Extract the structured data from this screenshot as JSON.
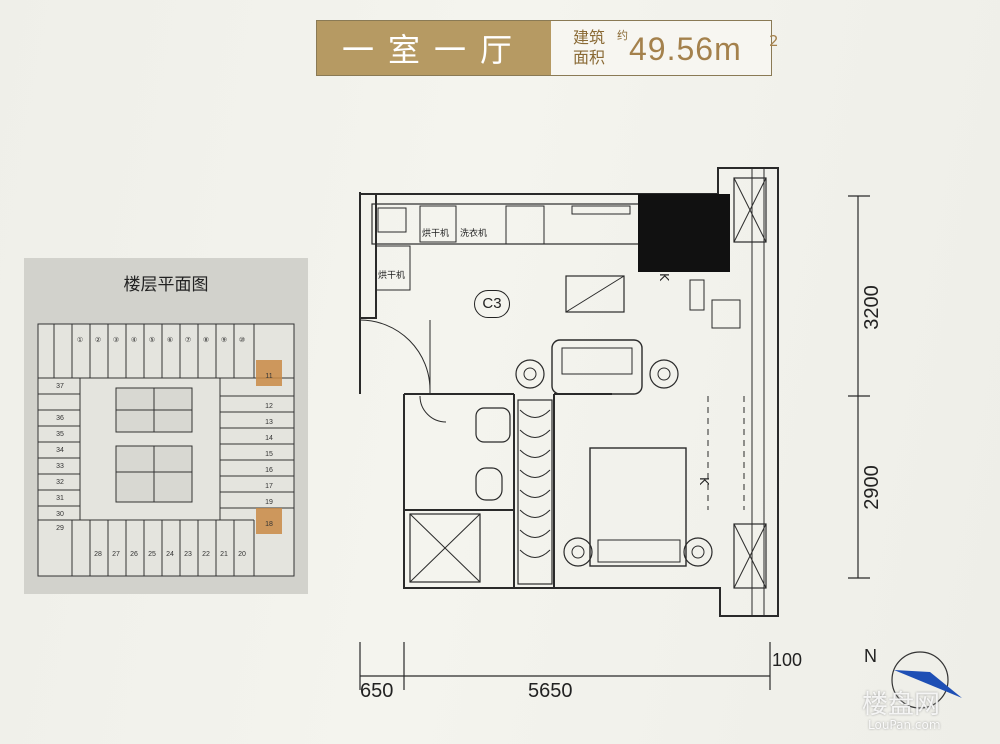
{
  "header": {
    "unit_type": "一室一厅",
    "area_label_line1": "建筑",
    "area_label_line2": "面积",
    "area_approx": "约",
    "area_value": "49.56m",
    "area_superscript": "2"
  },
  "floor_plan_key": {
    "title": "楼层平面图",
    "unit_numbers": [
      "①",
      "②",
      "③",
      "④",
      "⑤",
      "⑥",
      "⑦",
      "⑧",
      "⑨",
      "⑩",
      "11",
      "12",
      "13",
      "14",
      "15",
      "16",
      "17",
      "18",
      "19",
      "20",
      "21",
      "22",
      "23",
      "24",
      "25",
      "26",
      "27",
      "28",
      "29",
      "30",
      "31",
      "32",
      "33",
      "34",
      "35",
      "36",
      "37"
    ],
    "highlight_color": "#c98a45"
  },
  "plan": {
    "unit_code": "C3",
    "room_labels": {
      "washer_dryer": "烘干机",
      "washer": "洗衣机",
      "dryer": "烘干机"
    },
    "fridge_marker": "K",
    "tv_marker": "K",
    "dimensions": {
      "top": "3200",
      "bottom": "2900",
      "left": "650",
      "main": "5650",
      "edge": "100"
    },
    "north": "N"
  },
  "watermark": {
    "text": "楼盘网",
    "url": "LouPan.com"
  },
  "colors": {
    "accent": "#b69a63",
    "plan_line": "#2a2a2a"
  }
}
